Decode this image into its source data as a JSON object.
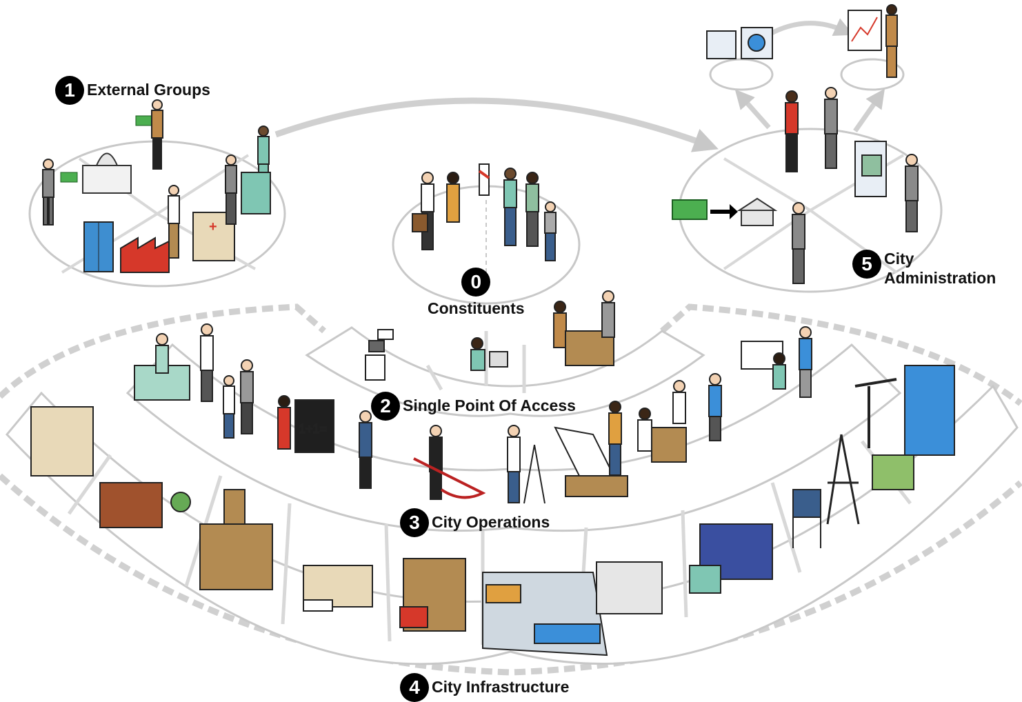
{
  "diagram": {
    "nodes": [
      {
        "id": "external-groups",
        "number": "1",
        "label": "External Groups"
      },
      {
        "id": "constituents",
        "number": "0",
        "label": "Constituents"
      },
      {
        "id": "single-point-of-access",
        "number": "2",
        "label": "Single Point Of Access"
      },
      {
        "id": "city-operations",
        "number": "3",
        "label": "City Operations"
      },
      {
        "id": "city-infrastructure",
        "number": "4",
        "label": "City Infrastructure"
      },
      {
        "id": "city-administration",
        "number": "5",
        "label_line1": "City",
        "label_line2": "Administration"
      }
    ],
    "calculator_board_text": "1+1=",
    "colors": {
      "ring_fill": "#ffffff",
      "ring_stroke": "#c8c8c8",
      "dash_ring": "#cfcfcf",
      "badge": "#000000",
      "accent_red": "#d6382a",
      "accent_teal": "#7fc6b3",
      "accent_blue": "#3b8fd9",
      "money_green": "#4caf50"
    }
  }
}
